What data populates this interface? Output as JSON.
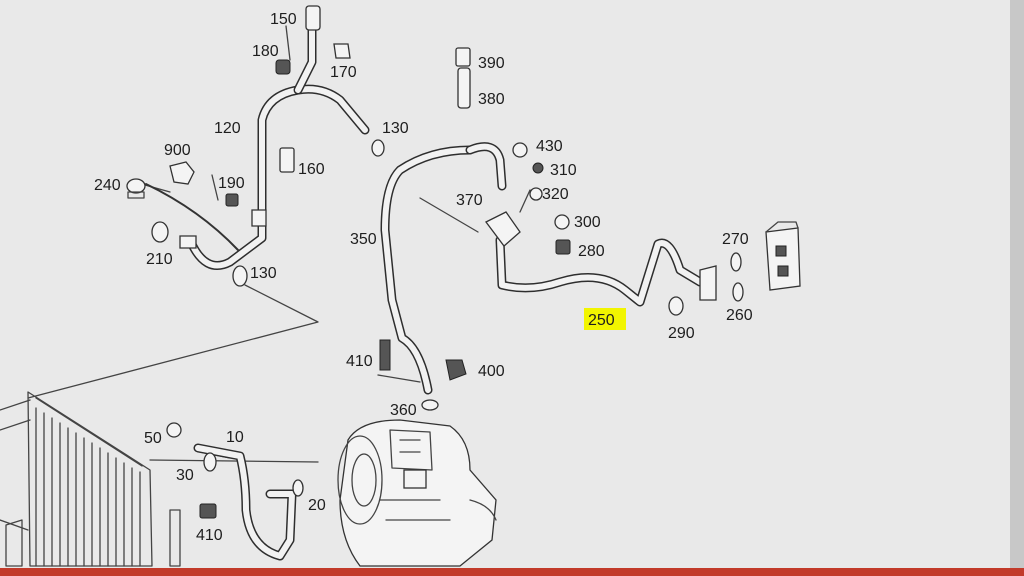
{
  "diagram": {
    "labels": [
      {
        "id": "p150",
        "text": "150"
      },
      {
        "id": "p180",
        "text": "180"
      },
      {
        "id": "p170",
        "text": "170"
      },
      {
        "id": "p390",
        "text": "390"
      },
      {
        "id": "p380",
        "text": "380"
      },
      {
        "id": "p120",
        "text": "120"
      },
      {
        "id": "p130a",
        "text": "130"
      },
      {
        "id": "p430",
        "text": "430"
      },
      {
        "id": "p900",
        "text": "900"
      },
      {
        "id": "p160",
        "text": "160"
      },
      {
        "id": "p310",
        "text": "310"
      },
      {
        "id": "p240",
        "text": "240"
      },
      {
        "id": "p190",
        "text": "190"
      },
      {
        "id": "p320",
        "text": "320"
      },
      {
        "id": "p370",
        "text": "370"
      },
      {
        "id": "p300",
        "text": "300"
      },
      {
        "id": "p350",
        "text": "350"
      },
      {
        "id": "p270",
        "text": "270"
      },
      {
        "id": "p280",
        "text": "280"
      },
      {
        "id": "p210",
        "text": "210"
      },
      {
        "id": "p130b",
        "text": "130"
      },
      {
        "id": "p250",
        "text": "250",
        "highlighted": true
      },
      {
        "id": "p290",
        "text": "290"
      },
      {
        "id": "p260",
        "text": "260"
      },
      {
        "id": "p410a",
        "text": "410"
      },
      {
        "id": "p400",
        "text": "400"
      },
      {
        "id": "p360",
        "text": "360"
      },
      {
        "id": "p50",
        "text": "50"
      },
      {
        "id": "p10",
        "text": "10"
      },
      {
        "id": "p30",
        "text": "30"
      },
      {
        "id": "p20",
        "text": "20"
      },
      {
        "id": "p410b",
        "text": "410"
      }
    ]
  },
  "colors": {
    "screen": "#e9e9e9",
    "line": "#333333",
    "highlight": "#f2f500",
    "bezel_strip": "#c23a2a"
  }
}
